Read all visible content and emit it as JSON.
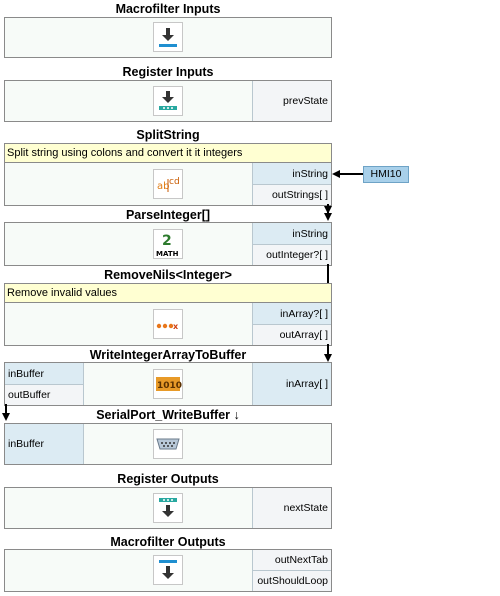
{
  "blocks": {
    "macrofilter_inputs": {
      "title": "Macrofilter Inputs"
    },
    "register_inputs": {
      "title": "Register Inputs",
      "outputs": [
        "prevState"
      ]
    },
    "split_string": {
      "title": "SplitString",
      "comment": "Split string using colons and convert it it integers",
      "inputs": [
        "inString"
      ],
      "outputs": [
        "outStrings[ ]"
      ]
    },
    "parse_integer": {
      "title": "ParseInteger[]",
      "inputs": [
        "inString"
      ],
      "outputs": [
        "outInteger?[ ]"
      ]
    },
    "remove_nils": {
      "title": "RemoveNils<Integer>",
      "comment": "Remove invalid values",
      "inputs": [
        "inArray?[ ]"
      ],
      "outputs": [
        "outArray[ ]"
      ]
    },
    "write_integer_array": {
      "title": "WriteIntegerArrayToBuffer",
      "left": [
        "inBuffer",
        "outBuffer"
      ],
      "inputs": [
        "inArray[ ]"
      ]
    },
    "serial_port_write": {
      "title": "SerialPort_WriteBuffer",
      "title_icon": "↓",
      "inputs": [
        "inBuffer"
      ]
    },
    "register_outputs": {
      "title": "Register Outputs",
      "inputs": [
        "nextState"
      ]
    },
    "macrofilter_outputs": {
      "title": "Macrofilter Outputs",
      "inputs": [
        "outNextTab",
        "outShouldLoop"
      ]
    }
  },
  "hmi_source": {
    "label": "HMI10"
  },
  "icons": {
    "input": "download-bar-icon",
    "register_input": "register-input-icon",
    "split_string": "string-split-icon",
    "parse_integer": "math-icon",
    "remove_nils": "dots-remove-icon",
    "write_buffer": "binary-buffer-icon",
    "serial_port": "serial-port-connector-icon",
    "register_output": "register-output-icon",
    "output": "output-bar-icon"
  },
  "colors": {
    "comment_bg": "#ffffd2",
    "port_bg": "#dcebf3",
    "hmi_bg": "#a8d0ea",
    "block_bg": "#f7fbf8"
  }
}
